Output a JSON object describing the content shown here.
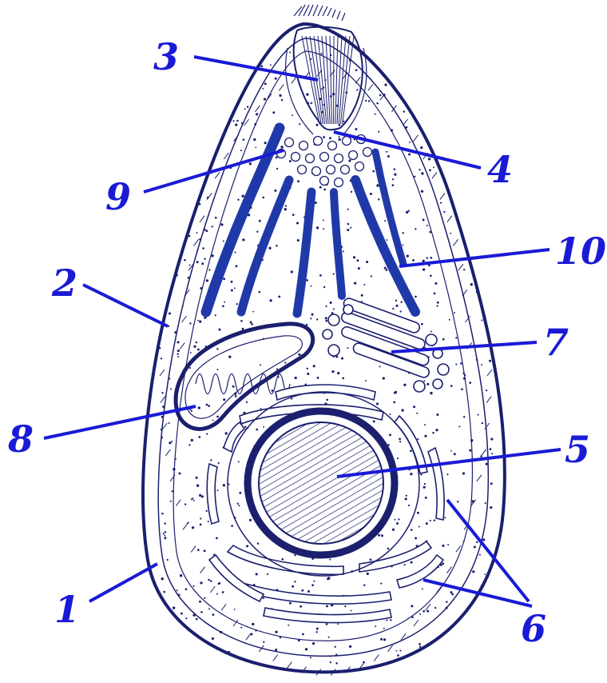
{
  "diagram": {
    "colors": {
      "label": "#1a1ad6",
      "ink": "#1b1f6e",
      "rod": "#1f3aa8",
      "paper": "#ffffff"
    },
    "labels": [
      {
        "id": "1",
        "text": "1"
      },
      {
        "id": "2",
        "text": "2"
      },
      {
        "id": "3",
        "text": "3"
      },
      {
        "id": "4",
        "text": "4"
      },
      {
        "id": "5",
        "text": "5"
      },
      {
        "id": "6",
        "text": "6"
      },
      {
        "id": "7",
        "text": "7"
      },
      {
        "id": "8",
        "text": "8"
      },
      {
        "id": "9",
        "text": "9"
      },
      {
        "id": "10",
        "text": "10"
      }
    ]
  }
}
